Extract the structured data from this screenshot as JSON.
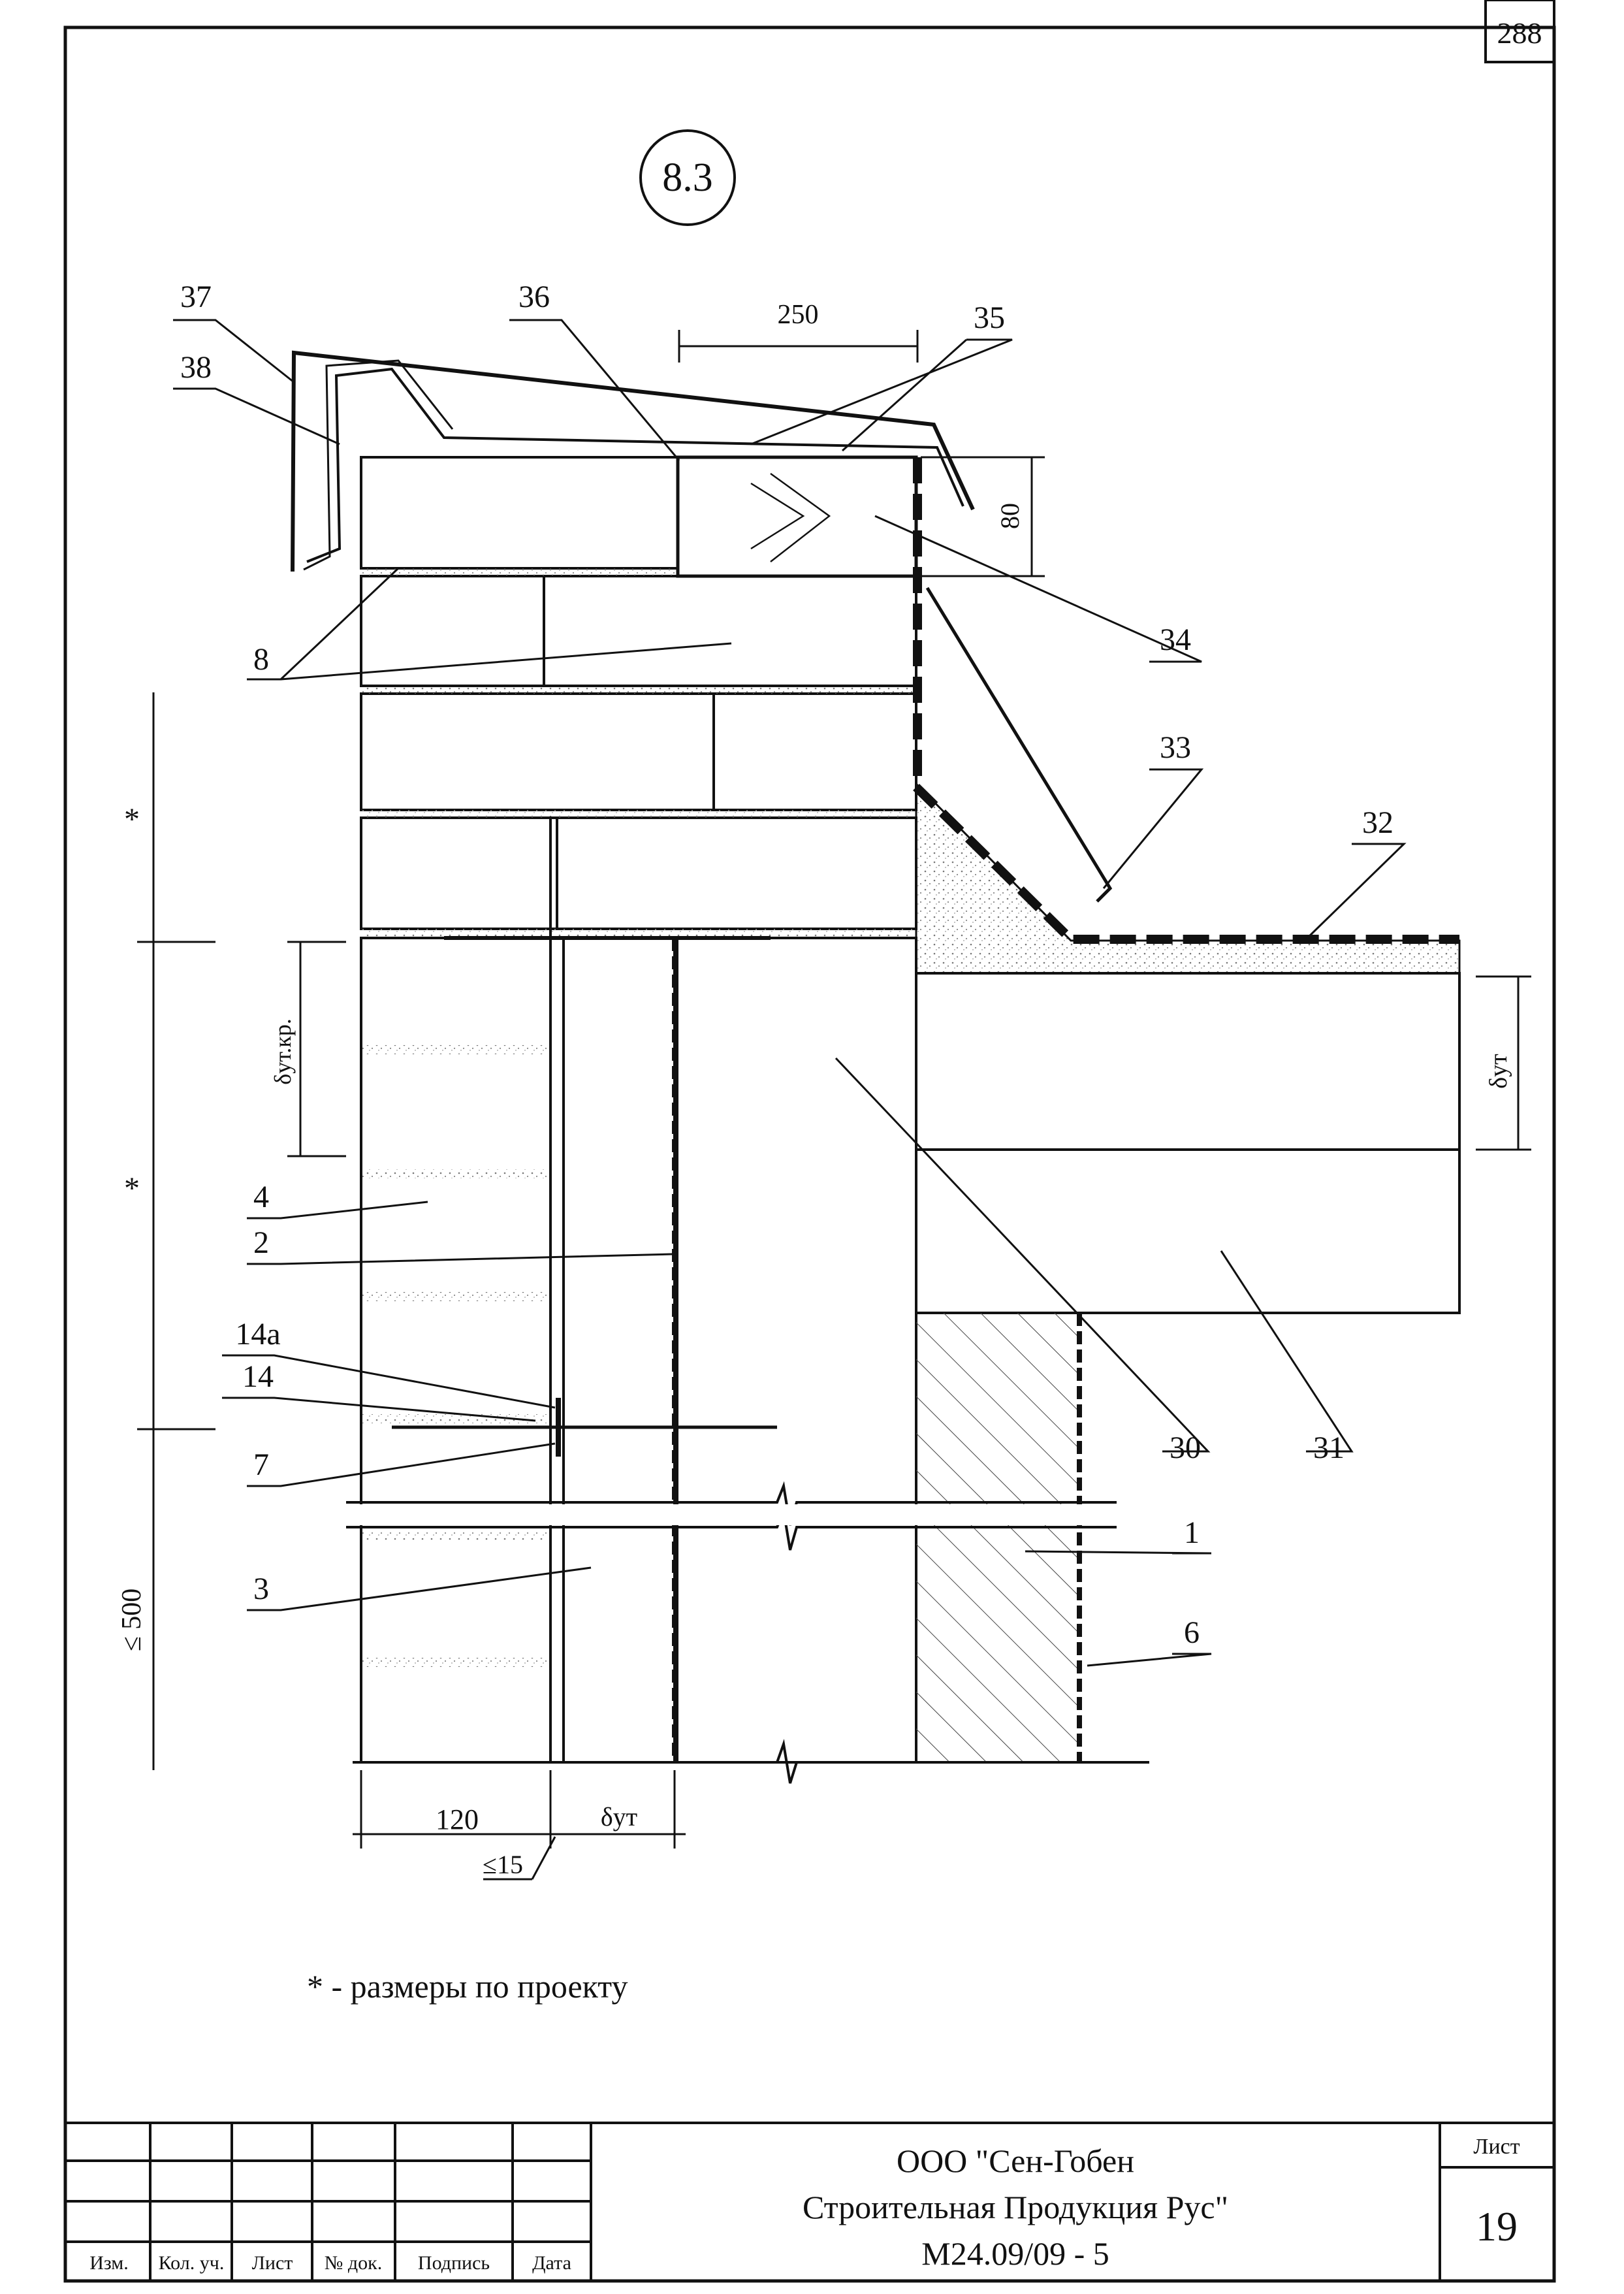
{
  "sheet": {
    "page_number": "288",
    "detail_id": "8.3",
    "note": "* - размеры по проекту"
  },
  "callouts": [
    "37",
    "38",
    "36",
    "35",
    "34",
    "33",
    "32",
    "8",
    "4",
    "2",
    "14а",
    "14",
    "7",
    "3",
    "30",
    "31",
    "1",
    "6"
  ],
  "dimensions": {
    "width_250": "250",
    "height_80": "80",
    "brick_120": "120",
    "gap_15": "≤15",
    "max_500": "≤ 500",
    "star": "*",
    "delta_ut": "δут",
    "delta_ut_kr": "δут.кр."
  },
  "title_block": {
    "headers": [
      "Изм.",
      "Кол. уч.",
      "Лист",
      "№ док.",
      "Подпись",
      "Дата"
    ],
    "company_line1": "ООО \"Сен-Гобен",
    "company_line2": "Строительная Продукция Рус\"",
    "doc_code": "М24.09/09 - 5",
    "sheet_label": "Лист",
    "sheet_number": "19"
  }
}
